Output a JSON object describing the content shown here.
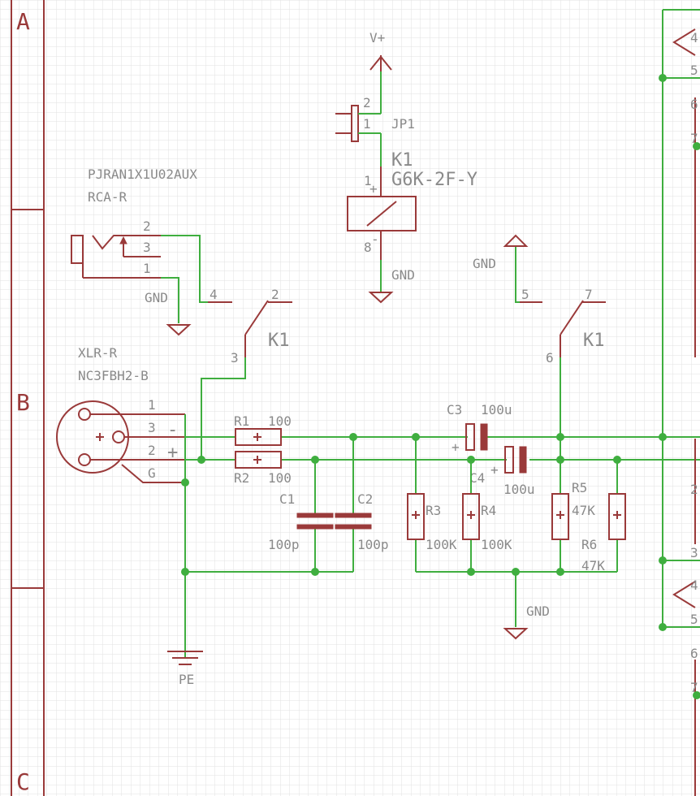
{
  "zones": [
    "A",
    "B",
    "C"
  ],
  "supplies": {
    "vplus": "V+",
    "gnd_jack": "GND",
    "gnd_relay": "GND",
    "gnd_top_right": "GND",
    "gnd_bottom": "GND",
    "pe": "PE"
  },
  "jumper": {
    "name": "JP1",
    "pin1": "1",
    "pin2": "2"
  },
  "relay": {
    "name": "K1",
    "value": "G6K-2F-Y",
    "coil_plus_pin": "1",
    "coil_minus_pin": "8",
    "plus_sign": "+",
    "minus_sign": "-",
    "switch_a_name": "K1",
    "switch_a_pins": [
      "4",
      "3",
      "2"
    ],
    "switch_b_name": "K1",
    "switch_b_pins": [
      "5",
      "6",
      "7"
    ]
  },
  "rca": {
    "name": "PJRAN1X1U02AUX",
    "value": "RCA-R",
    "pins": [
      "2",
      "3",
      "1"
    ]
  },
  "xlr": {
    "name": "XLR-R",
    "value": "NC3FBH2-B",
    "pins": [
      "1",
      "3",
      "2",
      "G"
    ],
    "minus_sign": "-",
    "plus_sign": "+"
  },
  "components": {
    "R1": {
      "name": "R1",
      "value": "100"
    },
    "R2": {
      "name": "R2",
      "value": "100"
    },
    "C1": {
      "name": "C1",
      "value": "100p"
    },
    "C2": {
      "name": "C2",
      "value": "100p"
    },
    "C3": {
      "name": "C3",
      "value": "100u"
    },
    "C4": {
      "name": "C4",
      "value": "100u"
    },
    "R3": {
      "name": "R3",
      "value": "100K"
    },
    "R4": {
      "name": "R4",
      "value": "100K"
    },
    "R5": {
      "name": "R5",
      "value": "47K"
    },
    "R6": {
      "name": "R6",
      "value": "47K"
    }
  },
  "right_edge_pins": [
    "4",
    "5",
    "6",
    "7",
    "2",
    "3",
    "4",
    "5",
    "6",
    "7"
  ],
  "colors": {
    "symbol": "#9a3a3a",
    "wire": "#3fae3f",
    "text": "#8a8a8a",
    "grid": "#e2e2e2"
  }
}
